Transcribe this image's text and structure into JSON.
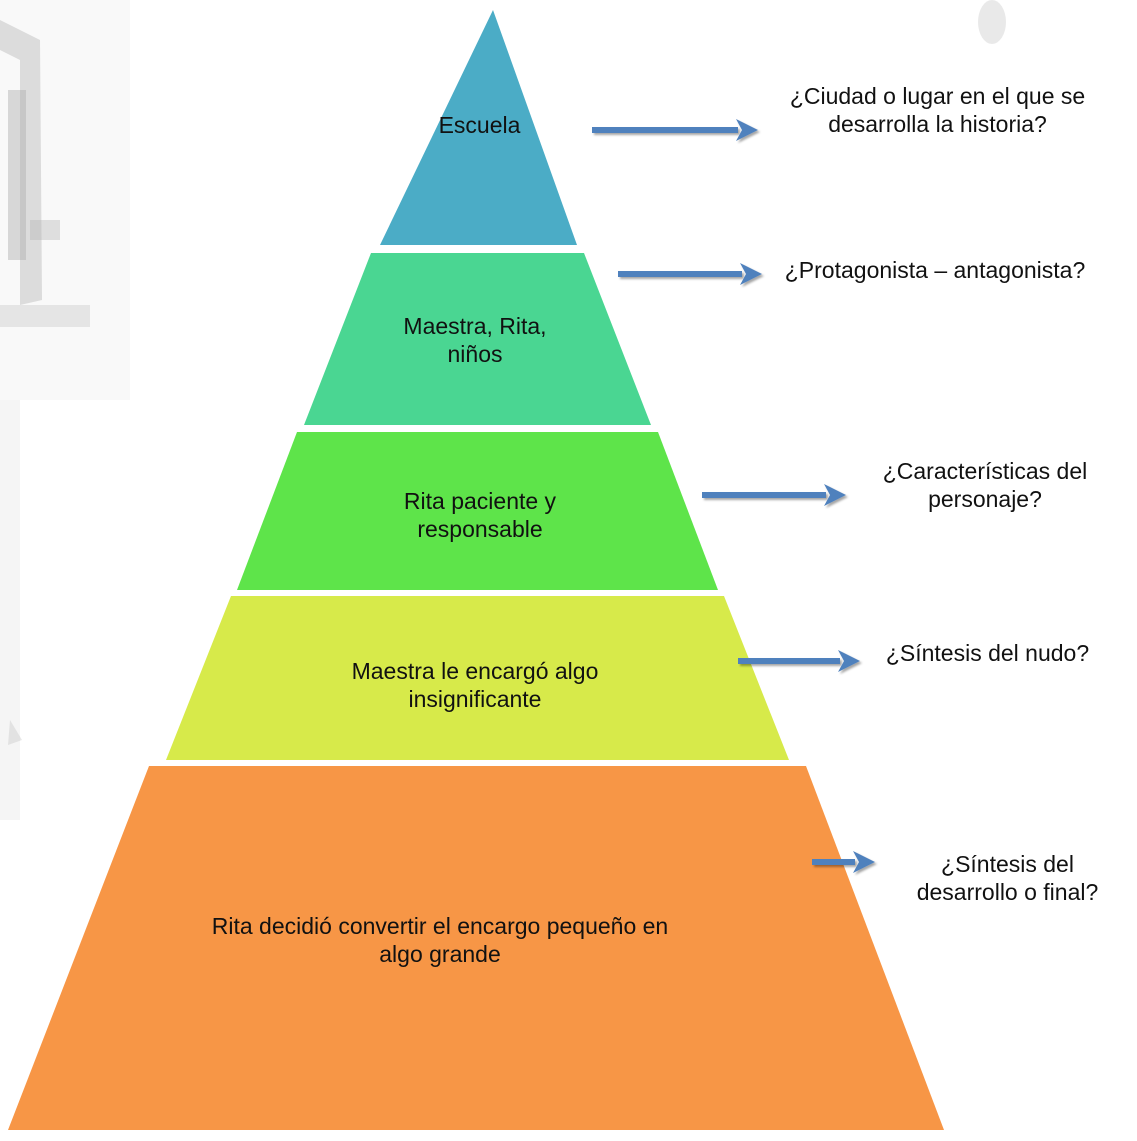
{
  "tiers": [
    {
      "lines": [
        "Escuela"
      ],
      "color": "#4bacc6"
    },
    {
      "lines": [
        "Maestra, Rita,",
        "niños"
      ],
      "color": "#4ad692"
    },
    {
      "lines": [
        "Rita paciente y",
        "responsable"
      ],
      "color": "#5ee44a"
    },
    {
      "lines": [
        "Maestra le encargó algo",
        "insignificante"
      ],
      "color": "#d7ea4a"
    },
    {
      "lines": [
        "Rita decidió convertir el encargo pequeño en",
        "algo grande"
      ],
      "color": "#f79646"
    }
  ],
  "questions": [
    {
      "lines": [
        "¿Ciudad o lugar en el que se",
        "desarrolla la historia?"
      ]
    },
    {
      "lines": [
        "¿Protagonista – antagonista?"
      ]
    },
    {
      "lines": [
        "¿Características del",
        "personaje?"
      ]
    },
    {
      "lines": [
        "¿Síntesis del nudo?"
      ]
    },
    {
      "lines": [
        "¿Síntesis del",
        "desarrollo o final?"
      ]
    }
  ],
  "arrow_color": "#4f81bd"
}
